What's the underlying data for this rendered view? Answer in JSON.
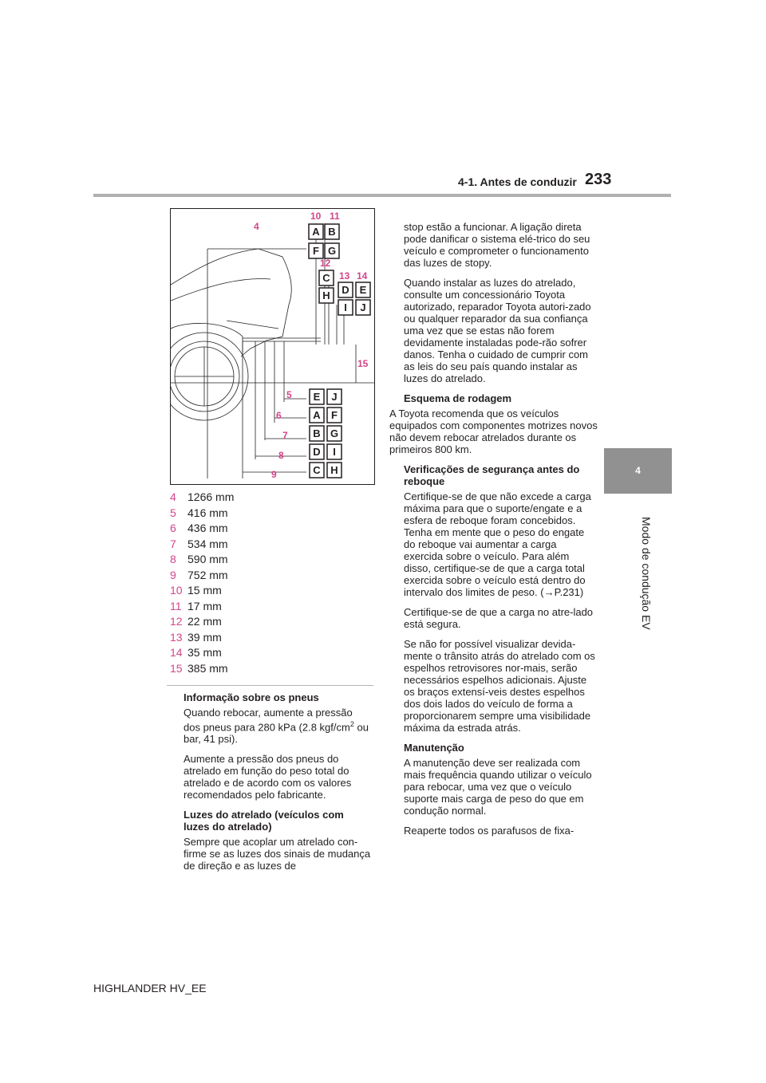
{
  "header": {
    "section": "4-1. Antes de conduzir",
    "page": "233"
  },
  "side_tab": {
    "number": "4",
    "label": "Modo de condução EV"
  },
  "figure": {
    "dim_labels": [
      "4",
      "5",
      "6",
      "7",
      "8",
      "9",
      "10",
      "11",
      "12",
      "13",
      "14",
      "15"
    ],
    "boxes": [
      "A",
      "B",
      "F",
      "G",
      "C",
      "D",
      "E",
      "H",
      "I",
      "J",
      "E",
      "J",
      "A",
      "F",
      "B",
      "G",
      "D",
      "I",
      "C",
      "H"
    ]
  },
  "dimensions": [
    {
      "num": "4",
      "value": "1266 mm"
    },
    {
      "num": "5",
      "value": "416 mm"
    },
    {
      "num": "6",
      "value": "436 mm"
    },
    {
      "num": "7",
      "value": "534 mm"
    },
    {
      "num": "8",
      "value": "590 mm"
    },
    {
      "num": "9",
      "value": "752 mm"
    },
    {
      "num": "10",
      "value": "15 mm"
    },
    {
      "num": "11",
      "value": "17 mm"
    },
    {
      "num": "12",
      "value": "22 mm"
    },
    {
      "num": "13",
      "value": "39 mm"
    },
    {
      "num": "14",
      "value": "35 mm"
    },
    {
      "num": "15",
      "value": "385 mm"
    }
  ],
  "left_text": {
    "tire_heading": "Informação sobre os pneus",
    "tire_p1": "Quando rebocar, aumente a pressão dos pneus para 280 kPa (2.8 kgf/cm",
    "tire_p1_sup": "2",
    "tire_p1_end": " ou bar, 41 psi).",
    "tire_p2": "Aumente a pressão dos pneus do atrelado em função do peso total do atrelado e de acordo com os valores recomendados pelo fabricante.",
    "lights_heading": "Luzes do atrelado (veículos com luzes do atrelado)",
    "lights_p1": "Sempre que acoplar um atrelado con-firme se as luzes dos sinais de mudança de direção e as luzes de"
  },
  "right_text": {
    "p1": "stop estão a funcionar. A ligação direta pode danificar o sistema elé-trico do seu veículo e comprometer o funcionamento das luzes de stopy.",
    "p2": "Quando instalar as luzes do atrelado, consulte um concessionário Toyota autorizado, reparador Toyota autori-zado ou qualquer reparador da sua confiança uma vez que se estas não forem devidamente instaladas pode-rão sofrer danos. Tenha o cuidado de cumprir com as leis do seu país quando instalar as luzes do atrelado.",
    "h1": "Esquema de rodagem",
    "p3": "A Toyota recomenda que os veículos equipados com componentes motrizes novos não devem rebocar atrelados durante os primeiros 800 km.",
    "h2": "Verificações de segurança antes do reboque",
    "p4": "Certifique-se de que não excede a carga máxima para que o suporte/engate e a esfera de reboque foram concebidos. Tenha em mente que o peso do engate do reboque vai aumentar a carga exercida sobre o veículo. Para além disso, certifique-se de que a carga total exercida sobre o veículo está dentro do intervalo dos limites de peso. (→P.231)",
    "p5": "Certifique-se de que a carga no atre-lado está segura.",
    "p6": "Se não for possível visualizar devida-mente o trânsito atrás do atrelado com os espelhos retrovisores nor-mais, serão necessários espelhos adicionais. Ajuste os braços extensí-veis destes espelhos dos dois lados do veículo de forma a proporcionarem sempre uma visibilidade máxima da estrada atrás.",
    "h3": "Manutenção",
    "p7": "A manutenção deve ser realizada com mais frequência quando utilizar o veículo para rebocar, uma vez que o veículo suporte mais carga de peso do que em condução normal.",
    "p8": "Reaperte todos os parafusos de fixa-"
  },
  "footer": "HIGHLANDER HV_EE"
}
